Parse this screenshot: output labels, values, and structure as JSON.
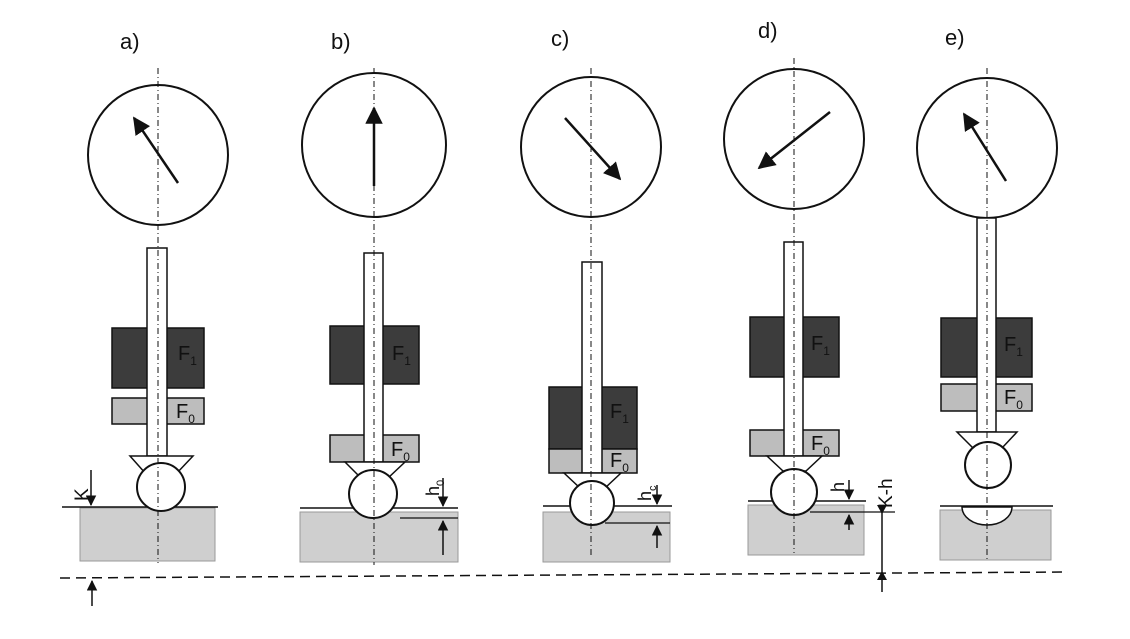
{
  "panels": [
    {
      "id": "a",
      "label": "a)",
      "weight_top": "F",
      "weight_top_sub": "1",
      "weight_bottom": "F",
      "weight_bottom_sub": "0"
    },
    {
      "id": "b",
      "label": "b)",
      "weight_top": "F",
      "weight_top_sub": "1",
      "weight_bottom": "F",
      "weight_bottom_sub": "0"
    },
    {
      "id": "c",
      "label": "c)",
      "weight_top": "F",
      "weight_top_sub": "1",
      "weight_bottom": "F",
      "weight_bottom_sub": "0"
    },
    {
      "id": "d",
      "label": "d)",
      "weight_top": "F",
      "weight_top_sub": "1",
      "weight_bottom": "F",
      "weight_bottom_sub": "0"
    },
    {
      "id": "e",
      "label": "e)",
      "weight_top": "F",
      "weight_top_sub": "1",
      "weight_bottom": "F",
      "weight_bottom_sub": "0"
    }
  ],
  "dimensions": {
    "k": "K",
    "h0": "h",
    "h0_sub": "0",
    "hc": "h",
    "hc_sub": "c",
    "h": "h",
    "k_minus_h": "K-h"
  },
  "colors": {
    "weight_dark": "#3c3c3c",
    "weight_light": "#bdbdbd",
    "surface": "#cfcfcf",
    "line": "#111111"
  }
}
